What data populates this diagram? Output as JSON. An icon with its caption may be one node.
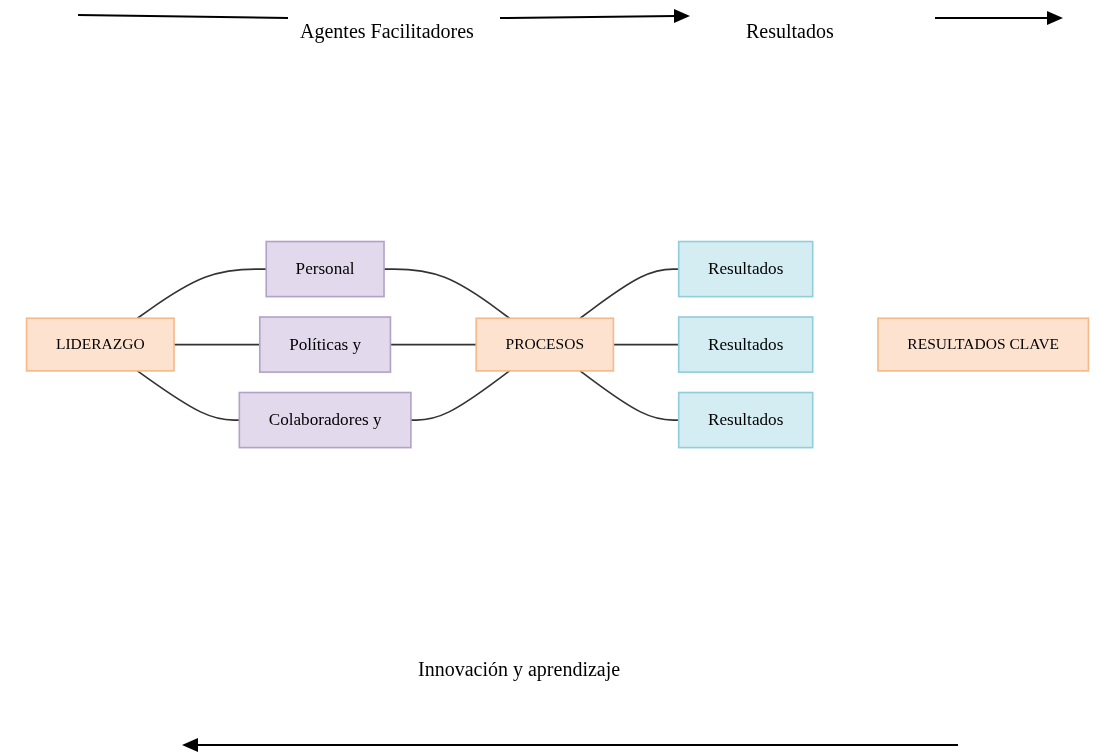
{
  "diagram": {
    "nodes": [
      {
        "text": [
          "LIDERAZGO"
        ]
      },
      {
        "text": [
          "Personal"
        ]
      },
      {
        "text": [
          "Políticas y"
        ]
      },
      {
        "text": [
          "Colaboradores y"
        ]
      },
      {
        "text": [
          "PROCESOS"
        ]
      },
      {
        "text": [
          "Resultados"
        ]
      },
      {
        "text": [
          "Resultados"
        ]
      },
      {
        "text": [
          "Resultados"
        ]
      },
      {
        "text": [
          "RESULTADOS CLAVE"
        ]
      }
    ],
    "edges": [
      {
        "from": 0,
        "to": 1,
        "arrow": "none"
      },
      {
        "from": 0,
        "to": 2,
        "arrow": "none"
      },
      {
        "from": 0,
        "to": 3,
        "arrow": "none"
      },
      {
        "from": 1,
        "to": 4,
        "arrow": "none"
      },
      {
        "from": 2,
        "to": 4,
        "arrow": "none"
      },
      {
        "from": 3,
        "to": 4,
        "arrow": "none"
      },
      {
        "from": 4,
        "to": 5,
        "arrow": "none"
      },
      {
        "from": 4,
        "to": 6,
        "arrow": "none"
      },
      {
        "from": 4,
        "to": 7,
        "arrow": "none"
      }
    ],
    "labels": [
      "Agentes Facilitadores",
      "Resultados",
      "Innovación y aprendizaje"
    ]
  }
}
